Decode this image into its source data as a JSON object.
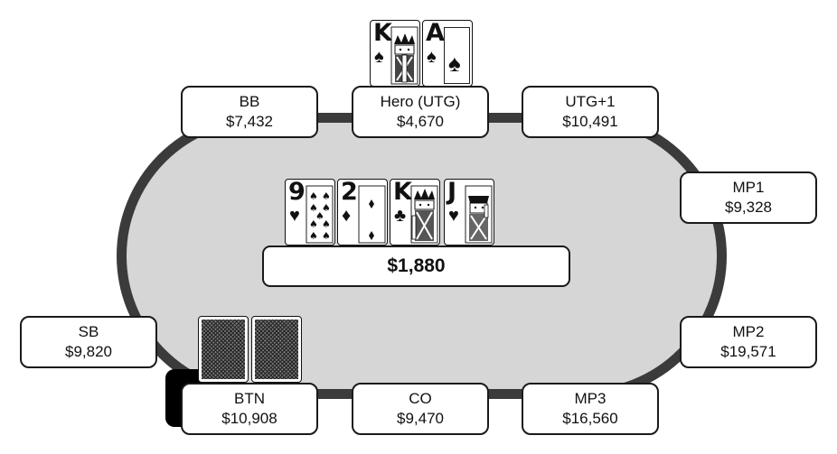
{
  "table": {
    "felt_color": "#d6d6d6",
    "rail_color": "#3b3b3b"
  },
  "pot": {
    "amount": "$1,880"
  },
  "seats": {
    "bb": {
      "name": "BB",
      "stack": "$7,432"
    },
    "hero": {
      "name": "Hero (UTG)",
      "stack": "$4,670"
    },
    "utg1": {
      "name": "UTG+1",
      "stack": "$10,491"
    },
    "mp1": {
      "name": "MP1",
      "stack": "$9,328"
    },
    "mp2": {
      "name": "MP2",
      "stack": "$19,571"
    },
    "mp3": {
      "name": "MP3",
      "stack": "$16,560"
    },
    "co": {
      "name": "CO",
      "stack": "$9,470"
    },
    "btn": {
      "name": "BTN",
      "stack": "$10,908",
      "dealer": true
    },
    "sb": {
      "name": "SB",
      "stack": "$9,820"
    }
  },
  "hero_cards": [
    {
      "rank": "K",
      "suit": "♠",
      "suit_name": "spades-icon"
    },
    {
      "rank": "A",
      "suit": "♠",
      "suit_name": "spades-icon"
    }
  ],
  "board_cards": [
    {
      "rank": "9",
      "suit": "♥",
      "suit_name": "hearts-icon"
    },
    {
      "rank": "2",
      "suit": "♦",
      "suit_name": "diamonds-icon"
    },
    {
      "rank": "K",
      "suit": "♣",
      "suit_name": "clubs-icon"
    },
    {
      "rank": "J",
      "suit": "♥",
      "suit_name": "hearts-icon"
    }
  ],
  "btn_cards": {
    "count": 2,
    "face": "down"
  }
}
